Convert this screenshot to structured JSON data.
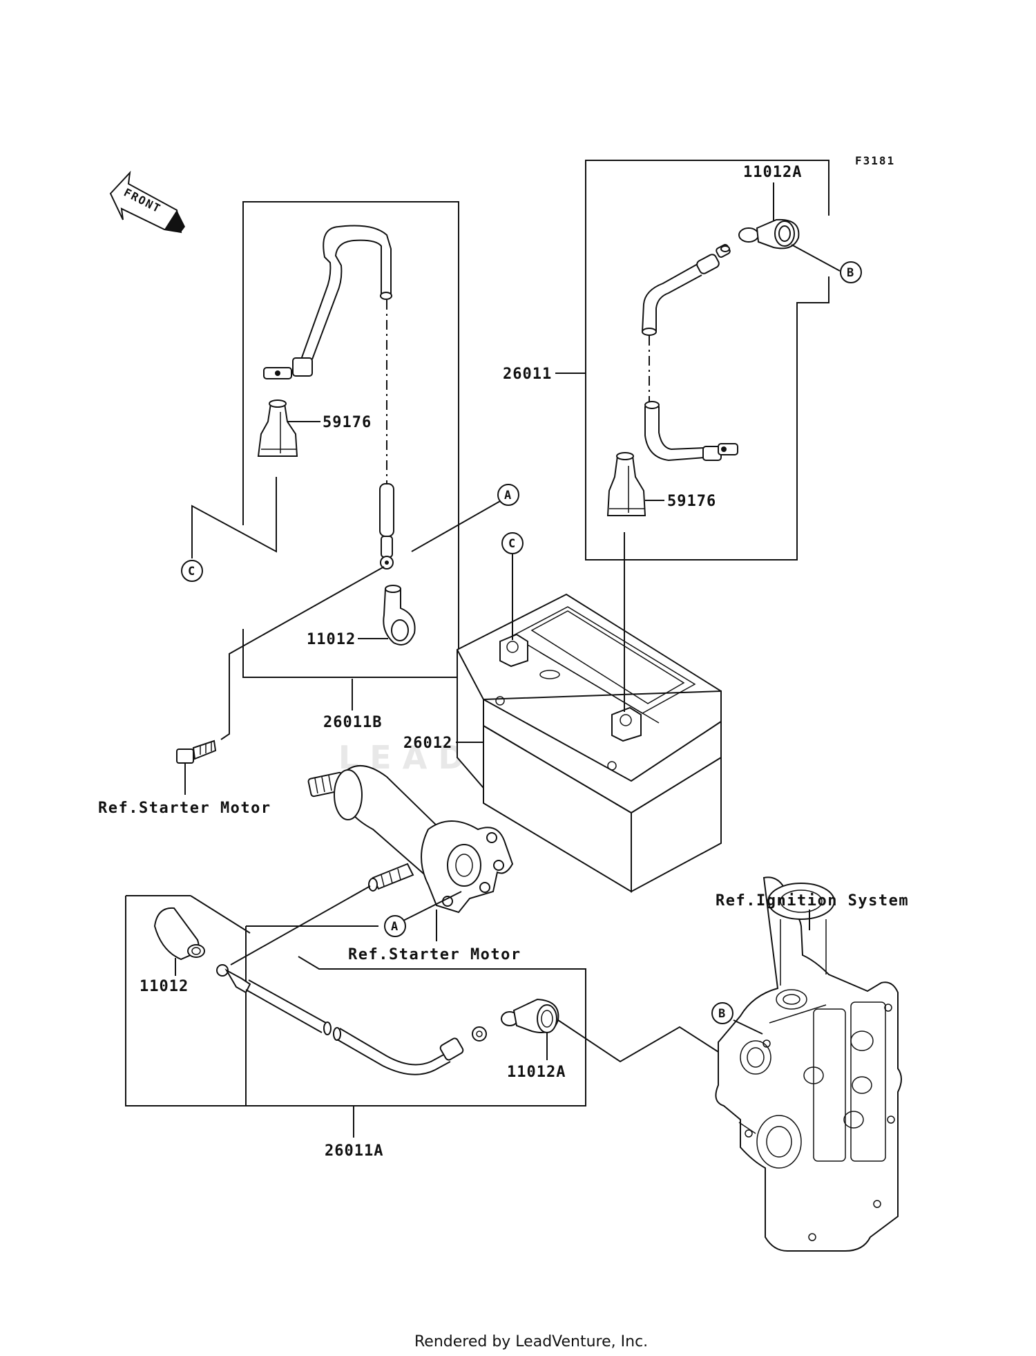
{
  "diagram": {
    "code": "F3181",
    "front_label": "FRONT",
    "watermark": "LEADVENTURE",
    "footer": "Rendered by LeadVenture, Inc.",
    "parts": {
      "p26011B": "26011B",
      "p59176_left": "59176",
      "p11012_left": "11012",
      "p26011": "26011",
      "p11012A_top": "11012A",
      "p59176_right": "59176",
      "p26012": "26012",
      "p11012_bottom": "11012",
      "p11012A_bottom": "11012A",
      "p26011A": "26011A"
    },
    "refs": {
      "starter_left": "Ref.Starter Motor",
      "starter_center": "Ref.Starter Motor",
      "ignition": "Ref.Ignition System"
    },
    "callouts": {
      "a_top": "A",
      "a_bottom": "A",
      "b_top": "B",
      "b_bottom": "B",
      "c_left": "C",
      "c_battery": "C"
    }
  }
}
